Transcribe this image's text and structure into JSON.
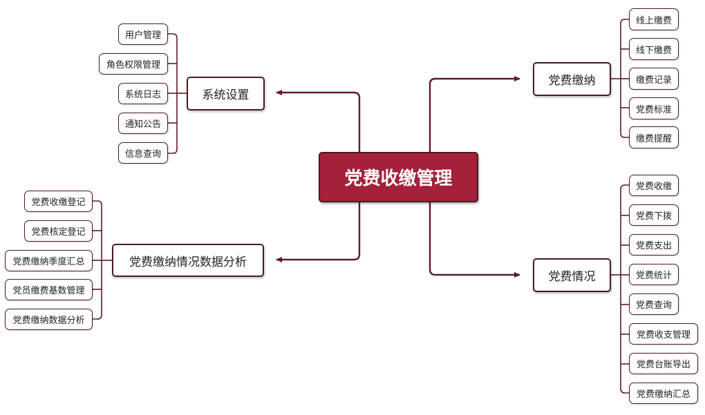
{
  "diagram": {
    "center": "党费收缴管理",
    "branches": {
      "system_settings": {
        "label": "系统设置",
        "items": [
          "用户管理",
          "角色权限管理",
          "系统日志",
          "通知公告",
          "信息查询"
        ]
      },
      "data_analysis": {
        "label": "党费缴纳情况数据分析",
        "items": [
          "党费收缴登记",
          "党费核定登记",
          "党费缴纳季度汇总",
          "党员缴费基数管理",
          "党费缴纳数据分析"
        ]
      },
      "payment": {
        "label": "党费缴纳",
        "items": [
          "线上缴费",
          "线下缴费",
          "缴费记录",
          "党费标准",
          "缴费提醒"
        ]
      },
      "status": {
        "label": "党费情况",
        "items": [
          "党费收缴",
          "党费下拨",
          "党费支出",
          "党费统计",
          "党费查询",
          "党费收支管理",
          "党费台账导出",
          "党费缴纳汇总"
        ]
      }
    },
    "colors": {
      "center_fill": "#a5203b",
      "border": "#4a1a22",
      "connector": "#5a1b25"
    }
  }
}
